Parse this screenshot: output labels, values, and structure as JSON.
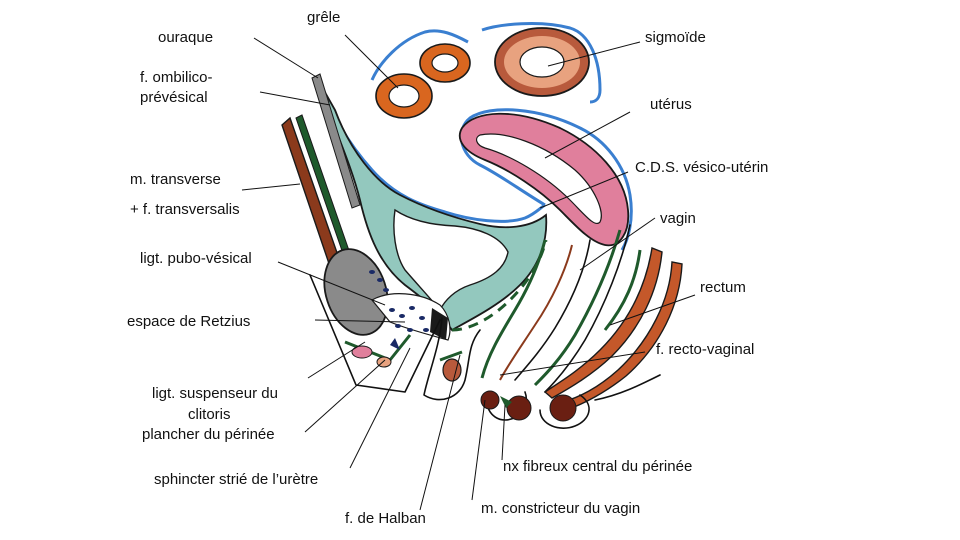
{
  "labels": {
    "ouraque": "ouraque",
    "grele": "grêle",
    "sigmoide": "sigmoïde",
    "ombilico_1": "f. ombilico-",
    "ombilico_2": "prévésical",
    "uterus": "utérus",
    "cds": "C.D.S. vésico-utérin",
    "transverse_1": "m. transverse",
    "transverse_2": "+ f. transversalis",
    "vagin": "vagin",
    "pubo_vesical": "ligt. pubo-vésical",
    "rectum": "rectum",
    "retzius": "espace de Retzius",
    "recto_vaginal": "f. recto-vaginal",
    "suspenseur_1": "ligt. suspenseur du",
    "suspenseur_2": "clitoris",
    "plancher": "plancher du périnée",
    "sphincter": "sphincter strié de l’urètre",
    "noyau": "nx fibreux central du périnée",
    "halban": "f. de Halban",
    "constricteur": "m. constricteur du vagin"
  },
  "colors": {
    "peritoneum": "#3a7fd0",
    "bowel_wall": "#d9661f",
    "uterus": "#e07f9c",
    "bladder": "#93c8be",
    "fascia_green": "#1f5a2c",
    "muscle_brown": "#8b3a1c",
    "pubis_gray": "#8a8a8a",
    "rectum": "#c4582a",
    "dark_nodule": "#6a1f12"
  }
}
